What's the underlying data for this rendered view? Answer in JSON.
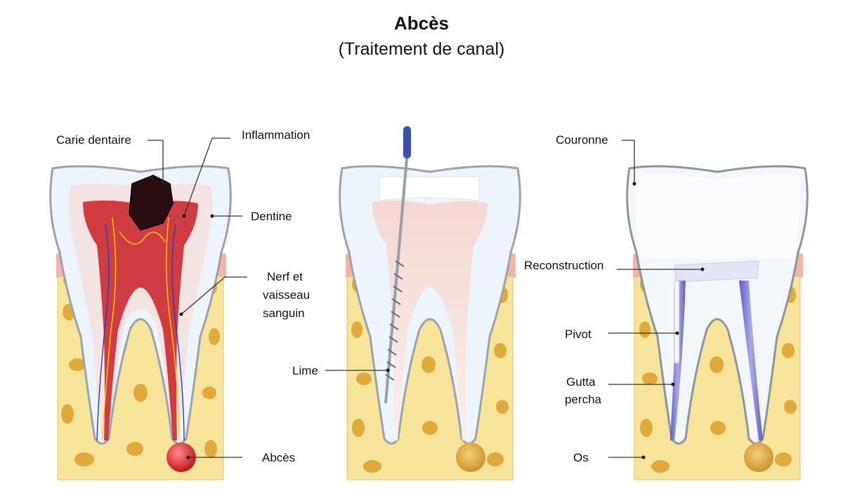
{
  "title": "Abcès",
  "subtitle": "(Traitement de canal)",
  "labels": {
    "carie": "Carie dentaire",
    "inflammation": "Inflammation",
    "dentine": "Dentine",
    "nerf_1": "Nerf et",
    "nerf_2": "vaisseau",
    "nerf_3": "sanguin",
    "abces": "Abcès",
    "lime": "Lime",
    "couronne": "Couronne",
    "reconstruction": "Reconstruction",
    "pivot": "Pivot",
    "gutta_1": "Gutta",
    "gutta_2": "percha",
    "os": "Os"
  },
  "colors": {
    "bone": "#f6e49a",
    "bone_spot": "#e0a93c",
    "gum": "#f2b6a8",
    "enamel": "#eef4fb",
    "tooth_outline": "#9aa3ab",
    "pulp_inflamed": "#c81e24",
    "pulp_clean": "#efd6d0",
    "abscess": "#d9262c",
    "gutta_percha": "#6f72c8",
    "file_handle": "#3b4fb0"
  }
}
